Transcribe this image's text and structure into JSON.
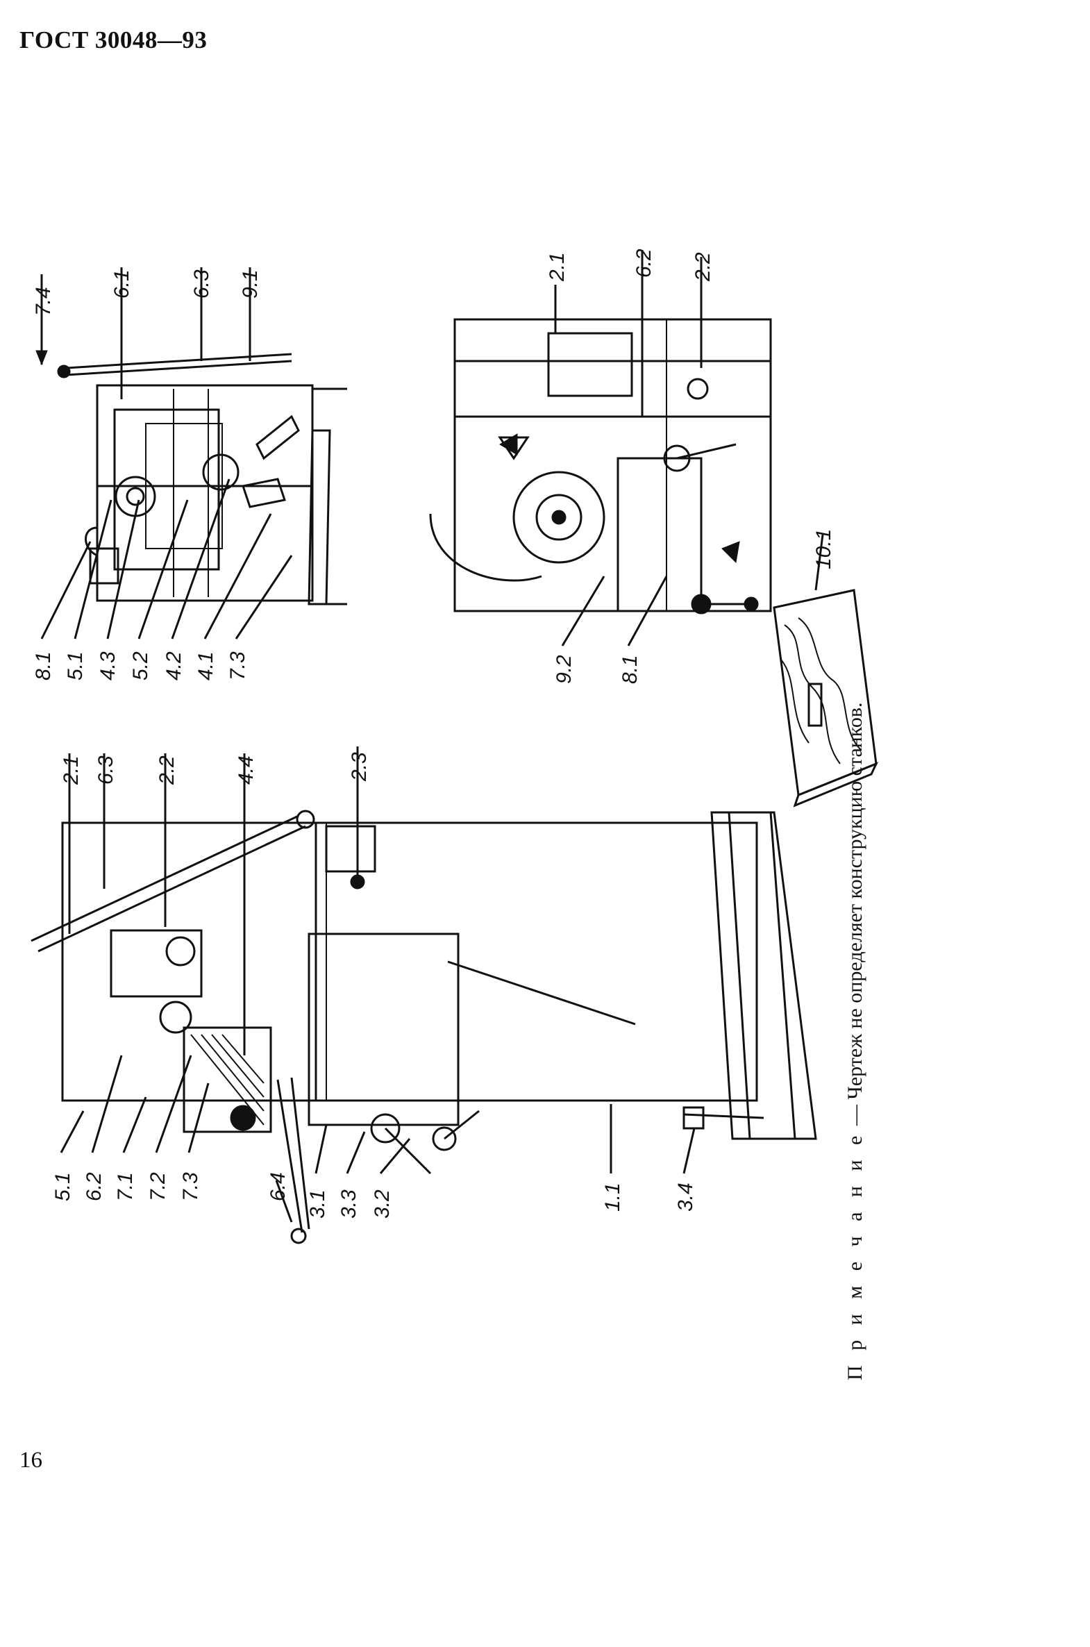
{
  "header": {
    "doc_code": "ГОСТ 30048—93"
  },
  "footer": {
    "page_number": "16"
  },
  "note": {
    "prefix": "П р и м е ч а н и е",
    "text": " — Чертеж не определяет конструкцию станков."
  },
  "figure": {
    "top_view_labels": [
      "7.4",
      "6.1",
      "6.3",
      "9.1",
      "8.1",
      "5.1",
      "4.3",
      "5.2",
      "4.2",
      "4.1",
      "7.3"
    ],
    "side_view_labels": [
      "2.1",
      "6.2",
      "2.2",
      "9.2",
      "8.1",
      "10.1"
    ],
    "main_view_labels": [
      "2.1",
      "6.3",
      "2.2",
      "4.4",
      "2.3",
      "5.1",
      "6.2",
      "7.1",
      "7.2",
      "7.3",
      "6.4",
      "3.1",
      "3.3",
      "3.2",
      "1.1",
      "3.4"
    ]
  }
}
